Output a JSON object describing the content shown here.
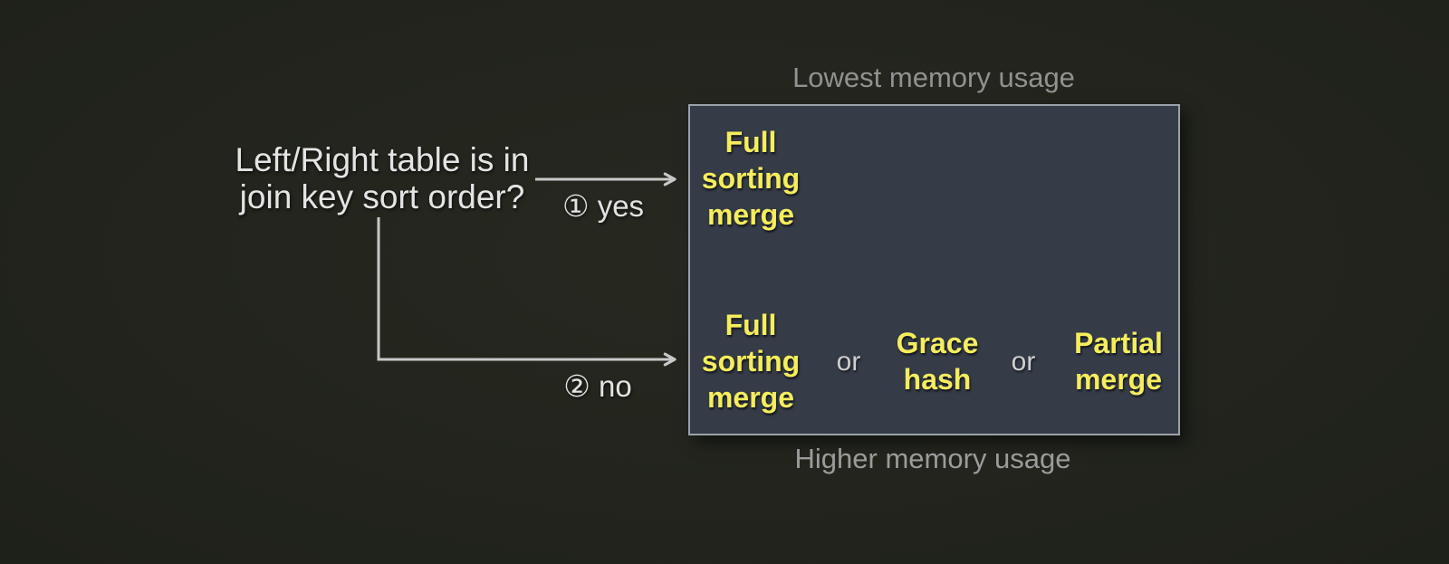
{
  "diagram": {
    "question": "Left/Right table is in\njoin key sort order?",
    "branches": {
      "yes_label": "① yes",
      "no_label": "② no"
    },
    "memory_scale": {
      "top_label": "Lowest memory usage",
      "bottom_label": "Higher memory usage"
    },
    "algorithms": {
      "sorted_case": {
        "full_sorting_merge": "Full\nsorting\nmerge"
      },
      "unsorted_case": {
        "full_sorting_merge": "Full\nsorting\nmerge",
        "grace_hash": "Grace\nhash",
        "partial_merge": "Partial\nmerge",
        "separator": "or"
      }
    },
    "colors": {
      "background": "#22241d",
      "box_fill": "#353b47",
      "box_border": "#9ba2aa",
      "algorithm_text": "#f5ed5c",
      "question_text": "#e4e4e4",
      "separator_text": "#cfcfcf",
      "memory_label_text": "#919191",
      "arrow": "#c8c8c8"
    }
  }
}
